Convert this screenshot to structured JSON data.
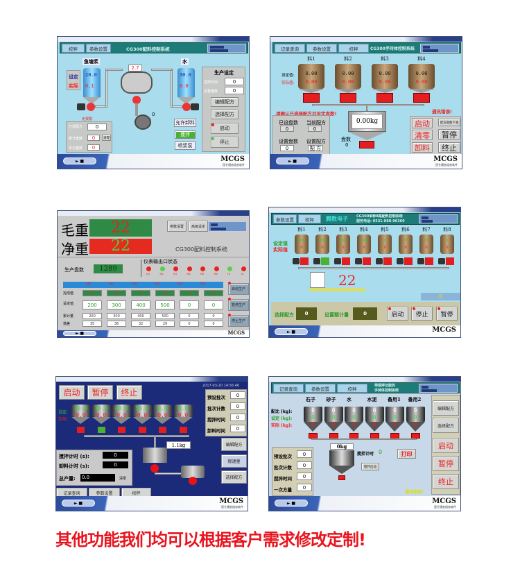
{
  "common": {
    "brand": "MCGS",
    "brand_sub": "昆仑通态组态软件",
    "player": "►   ■"
  },
  "p1": {
    "tabs": [
      "校秤",
      "参数设置"
    ],
    "title": "CG300配料控制系统",
    "left_tank": {
      "name": "鱼塘浆",
      "set": "20.0",
      "actual": "0.1"
    },
    "right_tank": {
      "name": "水",
      "set": "30.0",
      "actual": "0.0"
    },
    "set_label": "设定",
    "actual_label": "实际",
    "mixer_value": "2.7",
    "pump_value": "0",
    "alarm": "无报警",
    "stats": [
      {
        "label": "已选配方",
        "value": "0"
      },
      {
        "label": "累计盘数",
        "value": "0"
      },
      {
        "label": "本次盘数",
        "value": "0"
      }
    ],
    "clear": "清零",
    "mid_buttons": [
      "允许卸料",
      "搅拌",
      "喷浆泵"
    ],
    "production": {
      "title": "生产设定",
      "fields": [
        {
          "label": "搅拌时间",
          "value": "0"
        },
        {
          "label": "设置盘数",
          "value": "0"
        }
      ],
      "buttons": [
        "编辑配方",
        "选择配方",
        "启动",
        "停止"
      ]
    }
  },
  "p2": {
    "tabs": [
      "记录查询",
      "参数设置",
      "校秤"
    ],
    "title": "CG300手持体控制系统",
    "set_label": "设定值:",
    "actual_label": "实际值:",
    "tanks": [
      {
        "name": "料1",
        "set": "0.00",
        "actual": "0.00"
      },
      {
        "name": "料2",
        "set": "0.00",
        "actual": "0.00"
      },
      {
        "name": "料3",
        "set": "0.00",
        "actual": "0.00"
      },
      {
        "name": "料4",
        "set": "0.00",
        "actual": "0.00"
      }
    ],
    "warning": "请确认已选择配方并设定盘数!",
    "comm_error": "通讯错误!",
    "fields": [
      {
        "label": "已设盘数",
        "value": "0"
      },
      {
        "label": "当前配方",
        "value": "0"
      },
      {
        "label": "设置盘数",
        "value": "0"
      },
      {
        "label": "设置配方",
        "value": "配 方"
      }
    ],
    "weight": "0.00kg",
    "count_label": "盘数",
    "count": "0",
    "left_buttons": [
      "启动",
      "清零",
      "卸料"
    ],
    "send_button": "配方盘数下发",
    "right_buttons": [
      "暂停",
      "终止"
    ]
  },
  "p3": {
    "gross_label": "毛重",
    "gross": "22",
    "net_label": "净重",
    "net": "22",
    "buttons": [
      "参数设置",
      "高级设定"
    ],
    "title": "CG300配料控制系统",
    "count_label": "生产盘数",
    "count": "1289",
    "io_title": "仪表输出口状态",
    "io": [
      {
        "label": "M1",
        "on": false
      },
      {
        "label": "M2",
        "on": true
      },
      {
        "label": "M3",
        "on": false
      },
      {
        "label": "M4",
        "on": false
      },
      {
        "label": "M5",
        "on": false
      },
      {
        "label": "M6",
        "on": false
      },
      {
        "label": "Fa",
        "on": true
      },
      {
        "label": "SL",
        "on": false
      }
    ],
    "columns": [
      "M1",
      "M2",
      "M3",
      "M4",
      "M5",
      "M6"
    ],
    "rows": [
      {
        "label": "完成值",
        "values": [
          "0",
          "0",
          "0",
          "0",
          "0",
          "0"
        ]
      },
      {
        "label": "设定值",
        "values": [
          "200",
          "300",
          "400",
          "500",
          "0",
          "0"
        ]
      },
      {
        "label": "累计量",
        "values": [
          "200",
          "300",
          "400",
          "500",
          "0",
          "0"
        ]
      },
      {
        "label": "落差",
        "values": [
          "35",
          "36",
          "32",
          "29",
          "0",
          "0"
        ]
      }
    ],
    "side_buttons": [
      "启动生产",
      "暂停生产",
      "停止生产"
    ]
  },
  "p4": {
    "tabs": [
      "参数设置",
      "校秤"
    ],
    "logo": "腾数电子",
    "title": "CG300单种8路配料控制系统",
    "phone": "服务电话: 0531-888-96360",
    "set_label": "设定值",
    "actual_label": "实际值",
    "tanks": [
      {
        "name": "料1",
        "set": "200",
        "actual": "0"
      },
      {
        "name": "料2",
        "set": "300",
        "actual": "0"
      },
      {
        "name": "料3",
        "set": "100",
        "actual": "0"
      },
      {
        "name": "料4",
        "set": "500",
        "actual": "0"
      },
      {
        "name": "料5",
        "set": "0",
        "actual": "0"
      },
      {
        "name": "料6",
        "set": "0",
        "actual": "0"
      },
      {
        "name": "料7",
        "set": "0",
        "actual": "0"
      },
      {
        "name": "料8",
        "set": "0",
        "actual": "0"
      }
    ],
    "weight": "22",
    "side_value": "0",
    "recipe_label": "选择配方",
    "recipe": "0",
    "fine_label": "设置精计量",
    "fine": "0",
    "buttons": [
      "启动",
      "停止",
      "暂停"
    ]
  },
  "p5": {
    "buttons": [
      "启动",
      "暂停",
      "终止"
    ],
    "datetime": "2017-03-20    14:56:46",
    "set_label": "设定:",
    "actual_label": "实际:",
    "tanks": [
      {
        "set": "20.0",
        "actual": "0.0"
      },
      {
        "set": "30.0",
        "actual": "0.0"
      },
      {
        "set": "40.0",
        "actual": "0.0"
      },
      {
        "set": "50.0",
        "actual": "0.0"
      },
      {
        "set": "0.0",
        "actual": "0.0"
      },
      {
        "set": "0.0",
        "actual": "0.0"
      }
    ],
    "params": [
      {
        "label": "预设批次",
        "value": "0"
      },
      {
        "label": "批次计数",
        "value": "0"
      },
      {
        "label": "搅拌时间",
        "value": "0"
      },
      {
        "label": "卸料时间",
        "value": "0"
      }
    ],
    "weight": "1.1kg",
    "timers": [
      {
        "label": "搅拌计时 (s):",
        "value": "0"
      },
      {
        "label": "卸料计时 (s):",
        "value": "0"
      }
    ],
    "total_label": "总产量:",
    "total": "0.0",
    "clear": "清零",
    "side_buttons": [
      "编辑配方",
      "慢速量",
      "选择配方"
    ],
    "tabs": [
      "记录查询",
      "参数设置",
      "校秤"
    ]
  },
  "p6": {
    "tabs": [
      "记录查询",
      "参数设置",
      "校秤"
    ],
    "title1": "带搅拌功能的",
    "title2": "手持体控制系统",
    "ratio_label": "配比 (kg):",
    "set_label": "设定 (kg):",
    "actual_label": "实际 (kg):",
    "tanks": [
      {
        "name": "石子",
        "ratio": "0",
        "set": "0",
        "actual": "0"
      },
      {
        "name": "砂子",
        "ratio": "0",
        "set": "0",
        "actual": "0"
      },
      {
        "name": "水",
        "ratio": "0",
        "set": "0",
        "actual": "0"
      },
      {
        "name": "水泥",
        "ratio": "0",
        "set": "0",
        "actual": "0"
      },
      {
        "name": "备用1",
        "ratio": "0",
        "set": "0",
        "actual": "0"
      },
      {
        "name": "备用2",
        "ratio": "0",
        "set": "0",
        "actual": "0"
      }
    ],
    "weight": "0kg",
    "timer_label": "搅拌计时",
    "timer": "0",
    "print": "打印",
    "mix_start": "搅拌启动",
    "params": [
      {
        "label": "预设批次",
        "value": "0"
      },
      {
        "label": "批次计数",
        "value": "0"
      },
      {
        "label": "搅拌时间",
        "value": "0"
      },
      {
        "label": "一次方量",
        "value": "0"
      }
    ],
    "side_buttons": [
      "编辑配方",
      "选择配方"
    ],
    "big_buttons": [
      "启动",
      "暂停",
      "终止"
    ],
    "comm_error": "通讯错误!"
  },
  "caption": "其他功能我们均可以根据客户需求修改定制!",
  "colors": {
    "panel_bg": "#a9dcec",
    "header": "#1d7c78",
    "alarm_red": "#e41e1e",
    "ok_green": "#2e8b3e",
    "dark_panel": "#1c2a7a"
  }
}
